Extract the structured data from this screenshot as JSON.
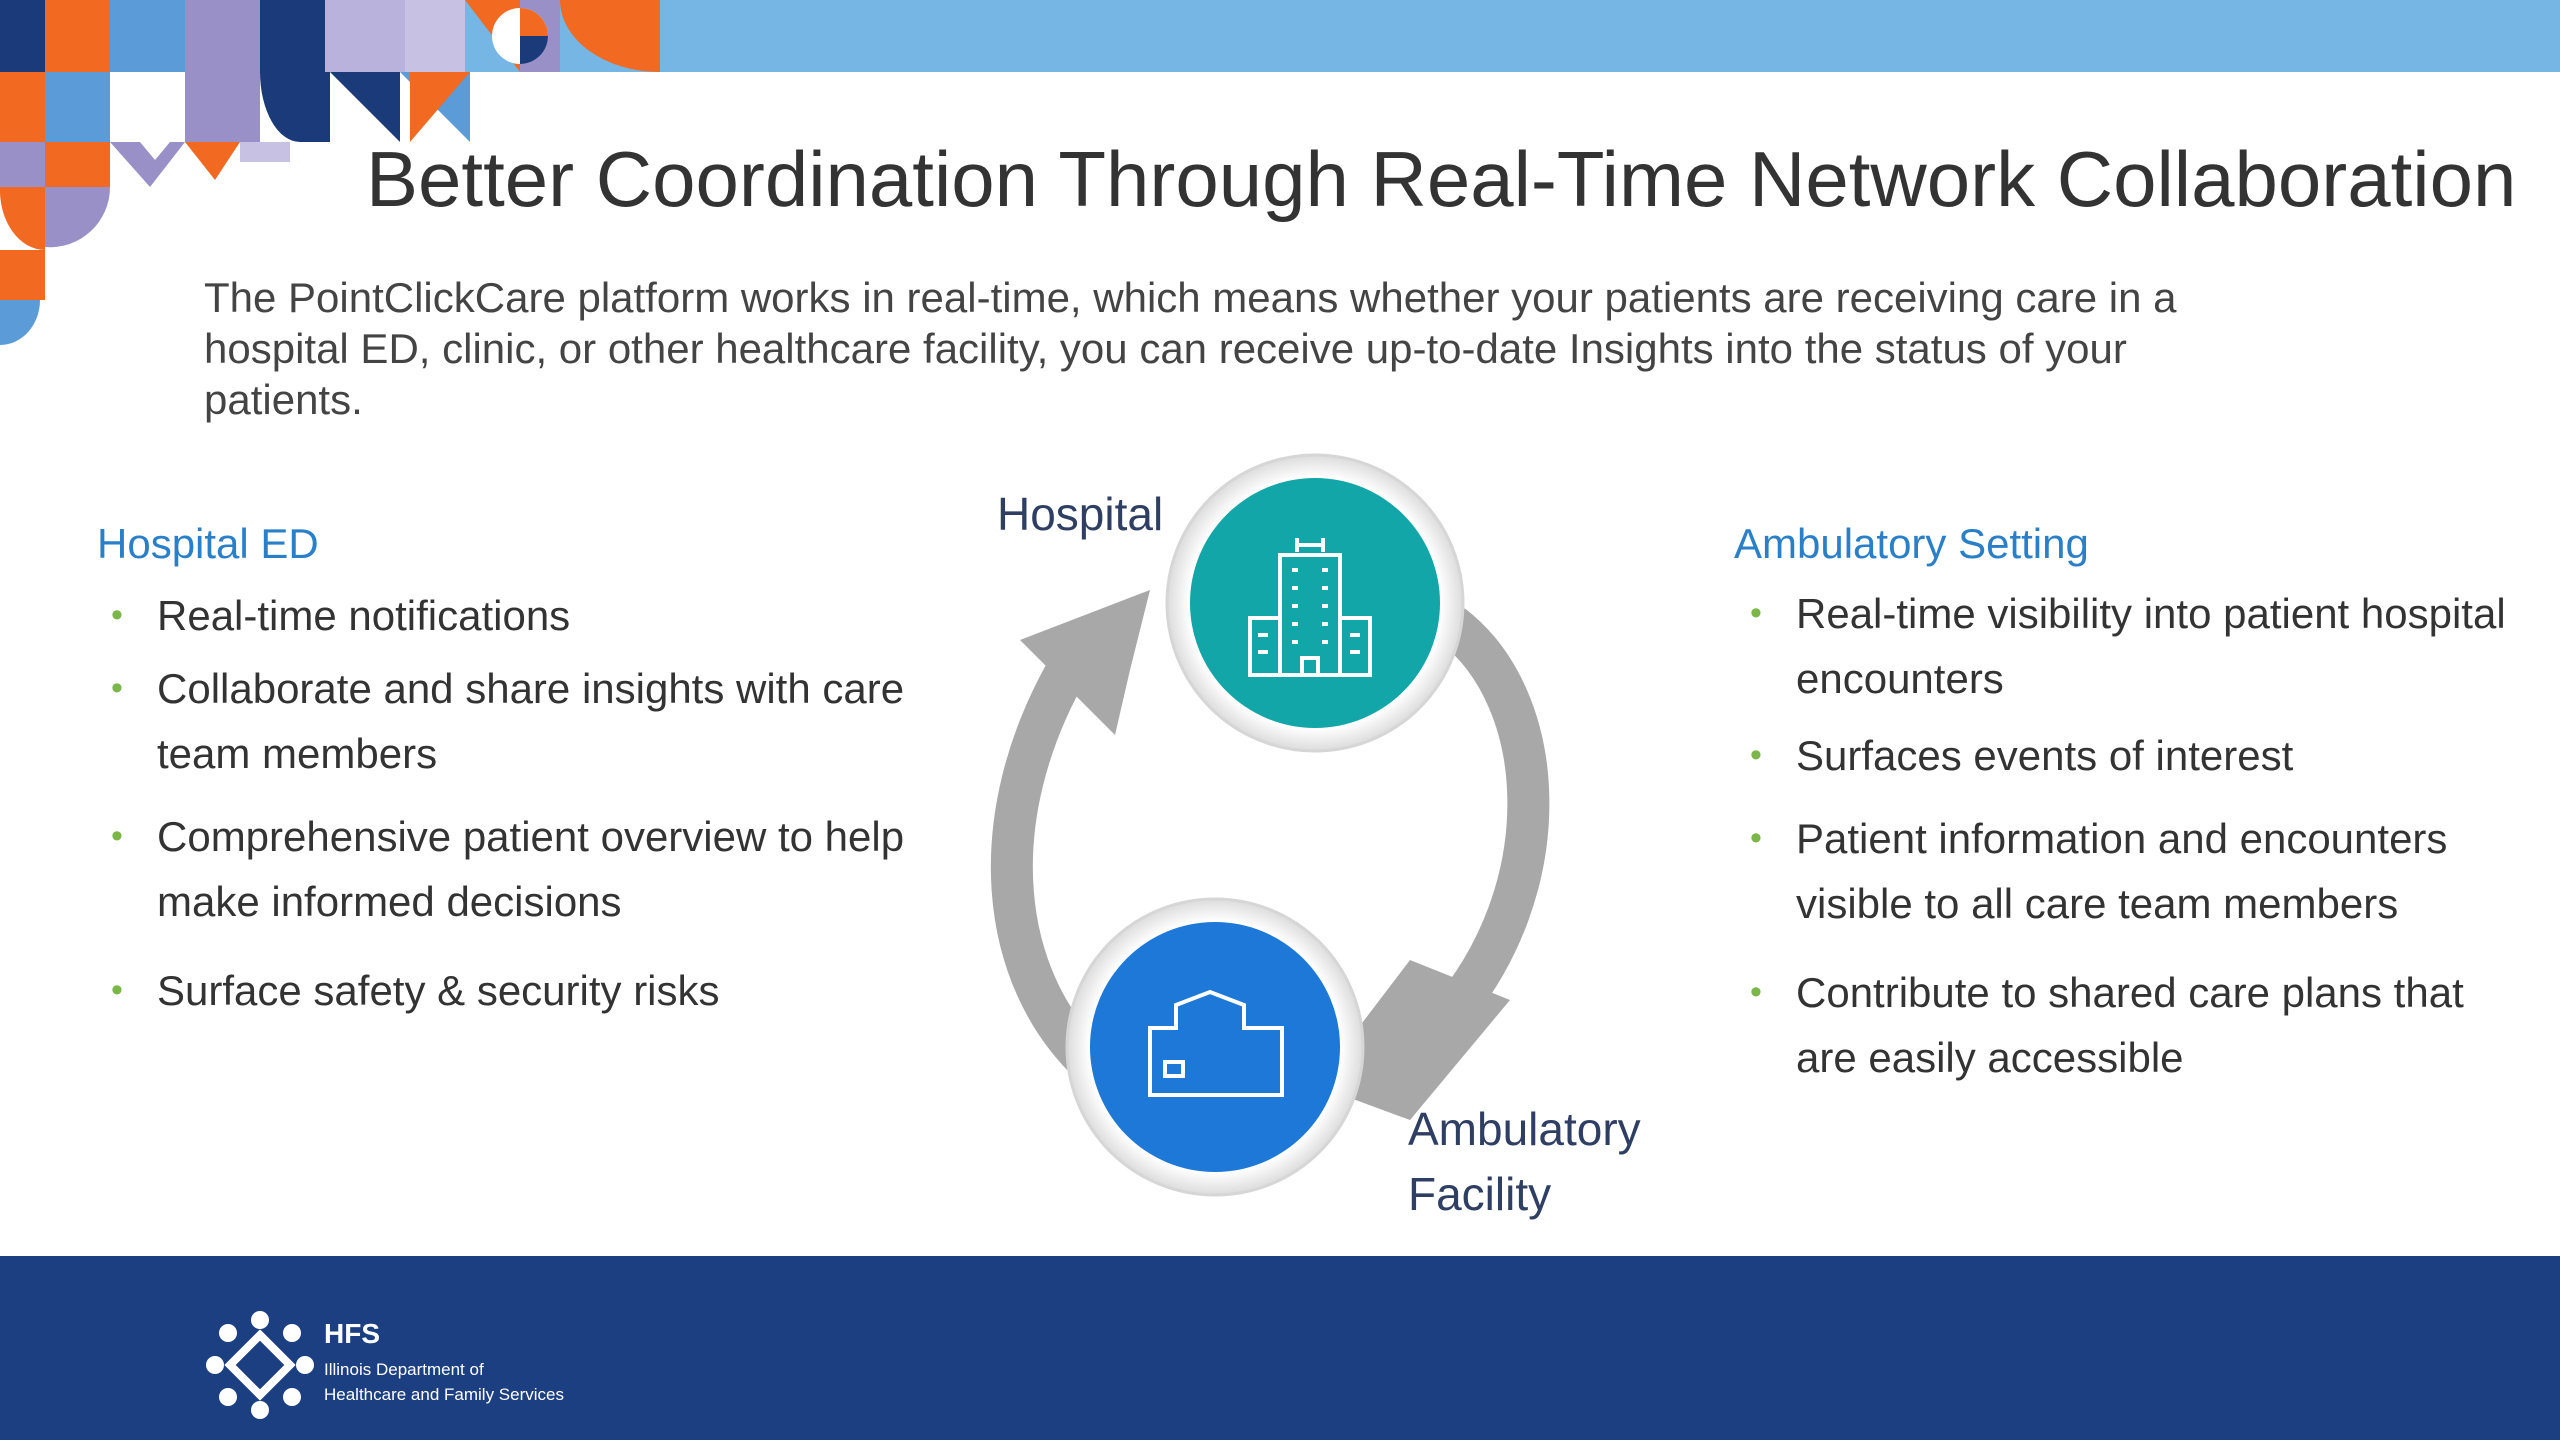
{
  "slide": {
    "title": "Better Coordination Through Real-Time Network Collaboration",
    "intro": "The PointClickCare platform works in real-time, which means whether your patients are receiving care in a hospital ED, clinic, or other healthcare facility, you can receive up-to-date Insights into the status of your patients."
  },
  "left_column": {
    "heading": "Hospital ED",
    "items": [
      "Real-time notifications",
      "Collaborate and share insights with care team members",
      "Comprehensive patient overview to help make informed decisions",
      "Surface safety & security risks"
    ]
  },
  "right_column": {
    "heading": "Ambulatory Setting",
    "items": [
      "Real-time visibility into patient hospital encounters",
      "Surfaces events of interest",
      "Patient information and encounters visible to all care team members",
      "Contribute to shared care plans that are easily accessible"
    ]
  },
  "diagram": {
    "top_label": "Hospital",
    "bottom_label_line1": "Ambulatory",
    "bottom_label_line2": "Facility",
    "top_icon": "hospital-building-icon",
    "bottom_icon": "clinic-building-icon",
    "top_color": "#12a6a8",
    "bottom_color": "#1e78d7",
    "arrow_color": "#a8a8a8"
  },
  "footer": {
    "org_short": "HFS",
    "org_line1": "Illinois Department of",
    "org_line2": "Healthcare and Family Services",
    "logo_icon": "hfs-star-logo-icon"
  },
  "colors": {
    "title_band": "#76b6e4",
    "footer_band": "#1c3f82",
    "heading_blue": "#2a7fc9",
    "bullet_green": "#7ab648"
  }
}
